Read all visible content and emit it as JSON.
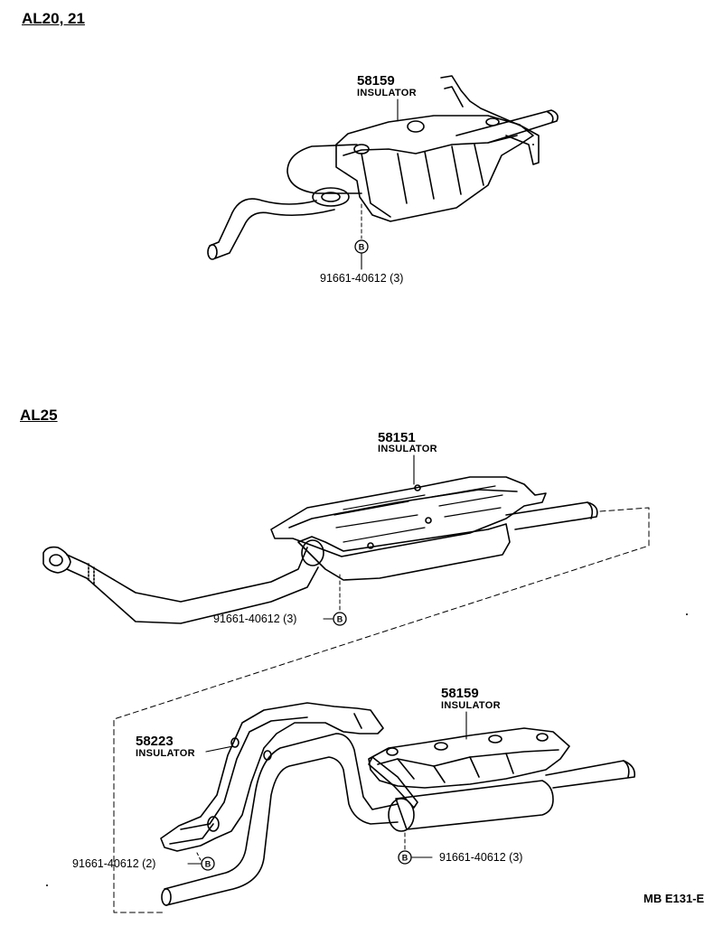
{
  "sections": {
    "top": {
      "title": "AL20, 21"
    },
    "bottom": {
      "title": "AL25"
    }
  },
  "parts": {
    "top_insulator": {
      "number": "58159",
      "name": "INSULATOR"
    },
    "mid_insulator": {
      "number": "58151",
      "name": "INSULATOR"
    },
    "rear_insulator": {
      "number": "58159",
      "name": "INSULATOR"
    },
    "front_insulator": {
      "number": "58223",
      "name": "INSULATOR"
    }
  },
  "fasteners": {
    "marker": "B",
    "top_bolt": "91661-40612 (3)",
    "mid_bolt": "91661-40612 (3)",
    "front_bolt": "91661-40612 (2)",
    "rear_bolt": "91661-40612 (3)"
  },
  "diagram_code": "MB E131-E"
}
